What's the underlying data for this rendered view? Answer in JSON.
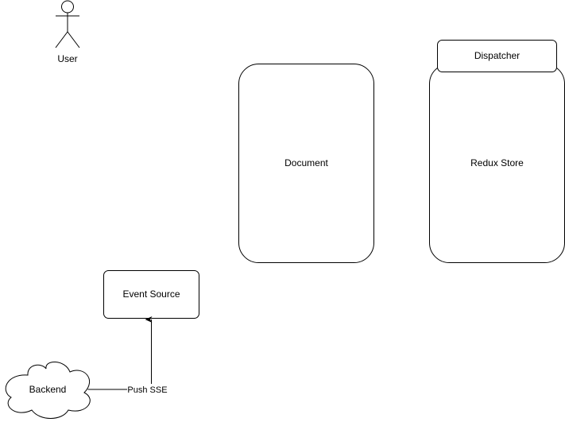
{
  "diagram": {
    "nodes": {
      "user": {
        "label": "User",
        "shape": "actor-icon"
      },
      "document": {
        "label": "Document",
        "shape": "rounded-rectangle"
      },
      "redux_store": {
        "label": "Redux Store",
        "shape": "rounded-rectangle"
      },
      "dispatcher": {
        "label": "Dispatcher",
        "shape": "rounded-rectangle"
      },
      "event_source": {
        "label": "Event Source",
        "shape": "rounded-rectangle"
      },
      "backend": {
        "label": "Backend",
        "shape": "cloud-icon"
      }
    },
    "edges": [
      {
        "from": "Backend",
        "to": "Event Source",
        "label": "Push SSE"
      }
    ]
  }
}
